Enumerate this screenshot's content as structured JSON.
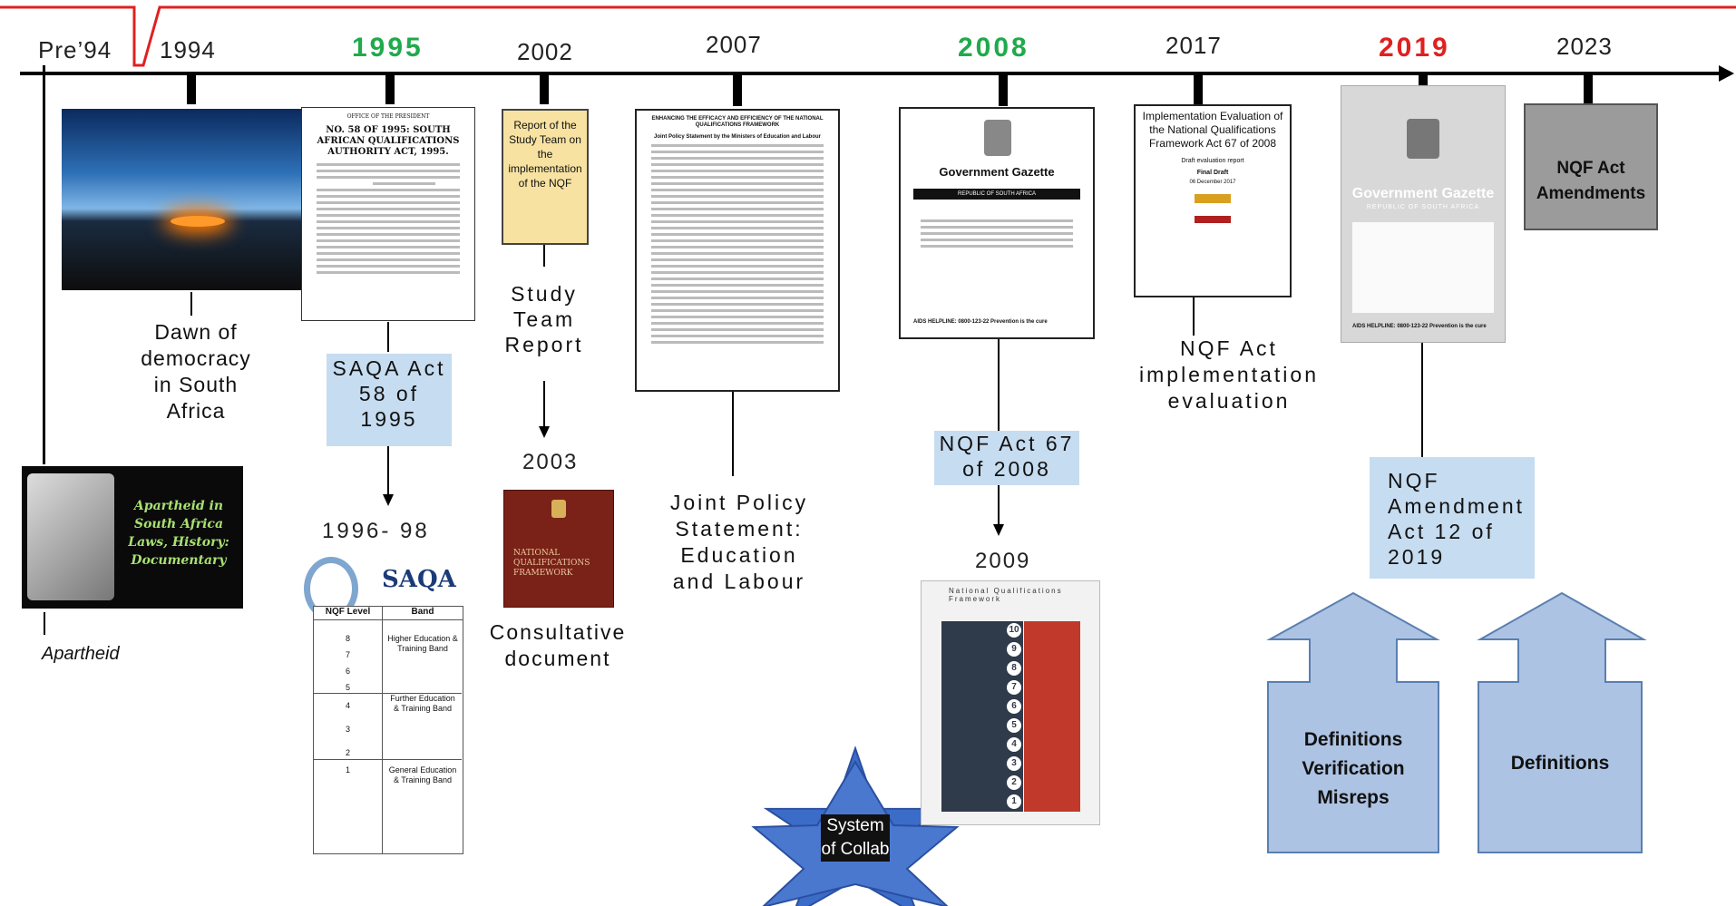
{
  "timeline": {
    "years": {
      "pre94": "Pre’94",
      "y1994": "1994",
      "y1995": "1995",
      "y2002": "2002",
      "y2007": "2007",
      "y2008": "2008",
      "y2017": "2017",
      "y2019": "2019",
      "y2023": "2023",
      "y1996": "1996- 98",
      "y2003": "2003",
      "y2009": "2009"
    },
    "colors": {
      "accent_green": "#1faa4b",
      "accent_red": "#e02020",
      "axis": "#000000",
      "light_blue": "#c6dcf0",
      "grey_box": "#9b9b9b",
      "arrow_blue": "#adc3e3"
    }
  },
  "events": {
    "apartheid_caption": "Apartheid",
    "apartheid_doc_title": "Apartheid in South Africa Laws, History: Documentary",
    "dawn_label": "Dawn of democracy in South Africa",
    "saqa_act": "SAQA Act 58 of 1995",
    "study_team_doc": "Report of the Study Team on the implementation of the NQF",
    "study_team_label": "Study Team Report",
    "consultative_label": "Consultative document",
    "consultative_cover": "NATIONAL QUALIFICATIONS FRAMEWORK",
    "joint_policy_label": "Joint Policy Statement: Education and Labour",
    "joint_policy_doc_title": "ENHANCING THE EFFICACY AND EFFICIENCY OF THE NATIONAL QUALIFICATIONS FRAMEWORK",
    "joint_policy_doc_sub": "Joint Policy Statement by the Ministers of Education and Labour",
    "gazette_title": "Government Gazette",
    "gazette_republic": "REPUBLIC OF SOUTH AFRICA",
    "gazette_helpline": "AIDS HELPLINE: 0800-123-22 Prevention is the cure",
    "nqf_act_2008": "NQF Act 67 of 2008",
    "impl_eval_doc": "Implementation Evaluation of the National Qualifications Framework Act 67 of 2008",
    "impl_eval_doc_sub": "Draft evaluation report",
    "impl_eval_doc_final": "Final Draft",
    "impl_eval_doc_date": "06 December 2017",
    "impl_eval_label": "NQF Act implementation evaluation",
    "nqf_amendment": "NQF Amendment Act 12 of 2019",
    "nqf_act_amendments": "NQF Act Amendments",
    "arrow1_label": "Definitions Verification Misreps",
    "arrow2_label": "Definitions",
    "star_label": "System of Collab",
    "saqa_logo": "SAQA",
    "nqf_2009_header": "National Qualifications Framework"
  },
  "saqa_table": {
    "headers": [
      "NQF Level",
      "Band"
    ],
    "bands": [
      "Higher Education & Training Band",
      "Further Education & Training Band",
      "General Education & Training Band"
    ],
    "levels": [
      "8",
      "7",
      "6",
      "5",
      "4",
      "3",
      "2",
      "1"
    ]
  },
  "nqf_2009_levels": [
    "10",
    "9",
    "8",
    "7",
    "6",
    "5",
    "4",
    "3",
    "2",
    "1"
  ]
}
